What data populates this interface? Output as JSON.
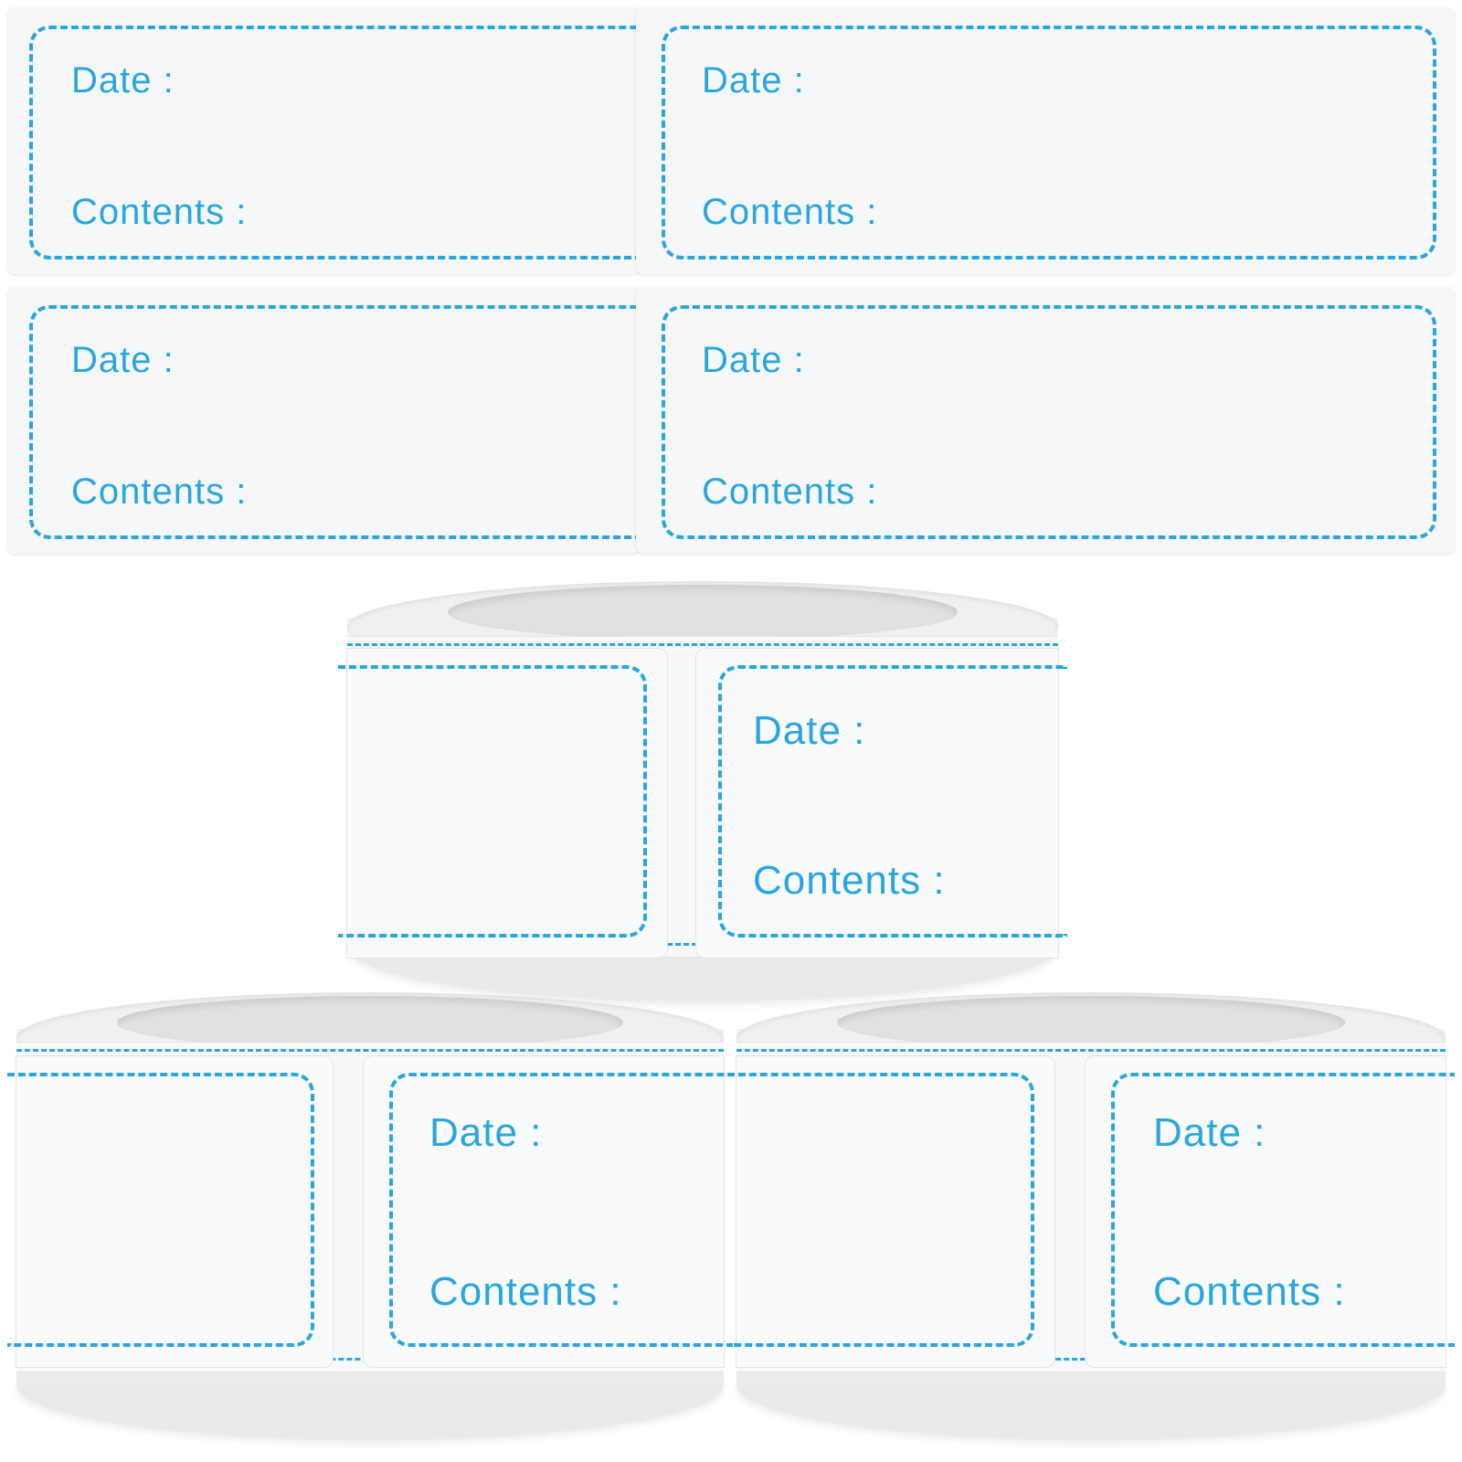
{
  "colors": {
    "accent": "#29a6e0",
    "sheet": "#f6f7f9",
    "roll_core": "#e8e8e8"
  },
  "flat_labels": [
    {
      "date_label": "Date :",
      "contents_label": "Contents :"
    },
    {
      "date_label": "Date :",
      "contents_label": "Contents :"
    },
    {
      "date_label": "Date :",
      "contents_label": "Contents :"
    },
    {
      "date_label": "Date :",
      "contents_label": "Contents :"
    }
  ],
  "rolls": [
    {
      "date_label": "Date :",
      "contents_label": "Contents :"
    },
    {
      "date_label": "Date :",
      "contents_label": "Contents :"
    },
    {
      "date_label": "Date :",
      "contents_label": "Contents :"
    }
  ]
}
